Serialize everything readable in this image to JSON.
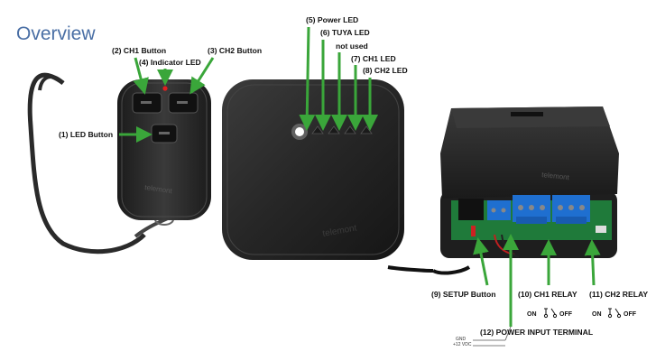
{
  "title": "Overview",
  "labels": {
    "ch1_button": "(2) CH1 Button",
    "indicator_led": "(4) Indicator LED",
    "ch2_button": "(3) CH2 Button",
    "led_button": "(1) LED Button",
    "power_led": "(5) Power LED",
    "tuya_led": "(6) TUYA LED",
    "not_used": "not used",
    "ch1_led": "(7) CH1 LED",
    "ch2_led": "(8) CH2 LED",
    "setup_button": "(9) SETUP Button",
    "ch1_relay": "(10) CH1 RELAY",
    "ch2_relay": "(11) CH2 RELAY",
    "power_input": "(12) POWER INPUT TERMINAL"
  },
  "switch_on": "ON",
  "switch_off": "OFF",
  "terminal": {
    "gnd": "GND",
    "v12": "+12 VDC"
  },
  "brand": "telemont",
  "colors": {
    "arrow": "#3aa63a",
    "title": "#4a6fa5",
    "terminal": "#1f6fd0",
    "pcb": "#1f7a3a"
  }
}
